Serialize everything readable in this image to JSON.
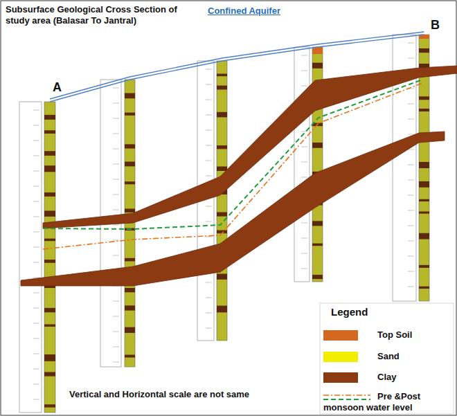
{
  "diagram": {
    "title": "Subsurface Geological Cross Section of study area (Balasar To Jantral)",
    "labels": [
      "Confined Aquifer",
      "A",
      "B",
      "Legend",
      "Vertical and Horizontal scale are not same"
    ],
    "legend": [
      {
        "text": "Top Soil",
        "color": "#d2691e"
      },
      {
        "text": "Sand",
        "color": "#f2ee00"
      },
      {
        "text": "Clay",
        "color": "#8b3a12"
      },
      {
        "text": "Pre &Post monsoon water level"
      }
    ]
  }
}
